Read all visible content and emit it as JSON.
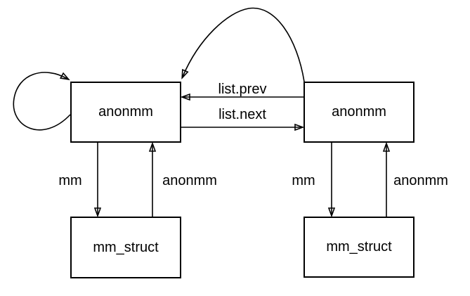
{
  "diagram": {
    "colors": {
      "background": "#ffffff",
      "stroke": "#000000",
      "text": "#000000",
      "node_fill": "#ffffff"
    },
    "nodes": [
      {
        "id": "anonmm-left",
        "label": "anonmm"
      },
      {
        "id": "anonmm-right",
        "label": "anonmm"
      },
      {
        "id": "mm-struct-left",
        "label": "mm_struct"
      },
      {
        "id": "mm-struct-right",
        "label": "mm_struct"
      }
    ],
    "edges": [
      {
        "id": "self-loop",
        "from": "anonmm-left",
        "to": "anonmm-left",
        "label": ""
      },
      {
        "id": "back-arc",
        "from": "anonmm-right",
        "to": "anonmm-left",
        "label": ""
      },
      {
        "id": "list-prev",
        "from": "anonmm-right",
        "to": "anonmm-left",
        "label": "list.prev"
      },
      {
        "id": "list-next",
        "from": "anonmm-left",
        "to": "anonmm-right",
        "label": "list.next"
      },
      {
        "id": "mm-left",
        "from": "anonmm-left",
        "to": "mm-struct-left",
        "label": "mm"
      },
      {
        "id": "anonmm-left-up",
        "from": "mm-struct-left",
        "to": "anonmm-left",
        "label": "anonmm"
      },
      {
        "id": "mm-right",
        "from": "anonmm-right",
        "to": "mm-struct-right",
        "label": "mm"
      },
      {
        "id": "anonmm-right-up",
        "from": "mm-struct-right",
        "to": "anonmm-right",
        "label": "anonmm"
      }
    ],
    "edge_labels": {
      "list_prev": "list.prev",
      "list_next": "list.next",
      "mm_left": "mm",
      "anonmm_left": "anonmm",
      "mm_right": "mm",
      "anonmm_right": "anonmm"
    }
  }
}
